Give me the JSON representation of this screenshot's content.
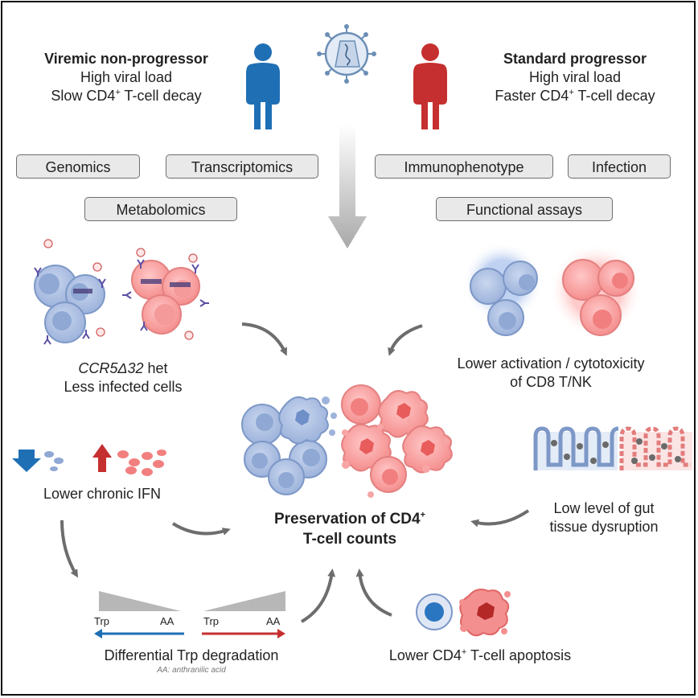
{
  "left_profile": {
    "title": "Viremic non-progressor",
    "line1": "High viral load",
    "line2_prefix": "Slow CD4",
    "line2_sup": "+",
    "line2_suffix": " T-cell decay",
    "color": "#1f6fb5"
  },
  "right_profile": {
    "title": "Standard progressor",
    "line1": "High viral load",
    "line2_prefix": "Faster CD4",
    "line2_sup": "+",
    "line2_suffix": " T-cell decay",
    "color": "#c62f2f"
  },
  "methods": [
    "Genomics",
    "Transcriptomics",
    "Immunophenotype",
    "Infection",
    "Metabolomics",
    "Functional assays"
  ],
  "findings": {
    "ccr5_gene": "CCR5Δ32",
    "ccr5_suffix": " het",
    "ccr5_line2": "Less infected cells",
    "cd8_line1": "Lower activation / cytotoxicity",
    "cd8_line2": "of CD8 T/NK",
    "ifn": "Lower chronic IFN",
    "gut_line1": "Low level of gut",
    "gut_line2": "tissue dysruption",
    "trp_left": "Trp",
    "aa_left": "AA",
    "trp_right": "Trp",
    "aa_right": "AA",
    "trp_caption": "Differential Trp degradation",
    "trp_note": "AA: anthranilic acid",
    "apoptosis_prefix": "Lower CD4",
    "apoptosis_sup": "+",
    "apoptosis_suffix": " T-cell apoptosis"
  },
  "center": {
    "line1_prefix": "Preservation of CD4",
    "line1_sup": "+",
    "line2": "T-cell counts"
  }
}
